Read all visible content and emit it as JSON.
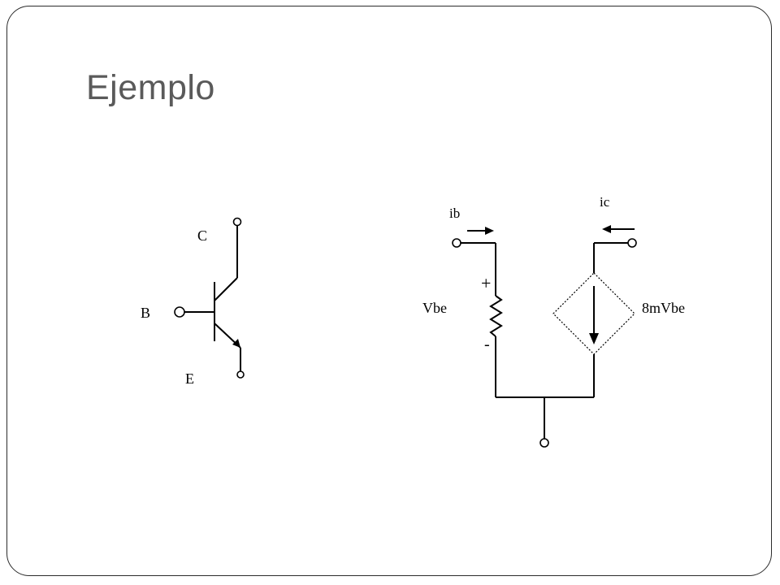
{
  "slide": {
    "title": "Ejemplo"
  },
  "transistor": {
    "collector_label": "C",
    "base_label": "B",
    "emitter_label": "E"
  },
  "small_signal_model": {
    "base_current_label": "ib",
    "collector_current_label": "ic",
    "vbe_label": "Vbe",
    "plus_label": "+",
    "minus_label": "-",
    "source_label": "8mVbe"
  },
  "colors": {
    "title": "#5a5a5a",
    "frame": "#2b2b2b",
    "lines": "#000000"
  }
}
